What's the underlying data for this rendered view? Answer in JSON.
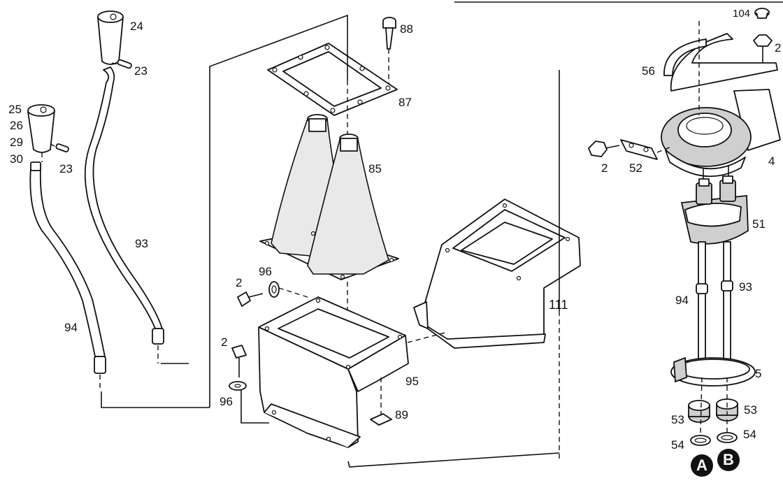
{
  "diagram": {
    "part_labels": {
      "p24": "24",
      "p23a": "23",
      "p25": "25",
      "p26": "26",
      "p29": "29",
      "p30": "30",
      "p23b": "23",
      "p93a": "93",
      "p94a": "94",
      "p88": "88",
      "p87": "87",
      "p85": "85",
      "p96a": "96",
      "p2a": "2",
      "p2b": "2",
      "p96b": "96",
      "p95": "95",
      "p89": "89",
      "p111": "111",
      "p104": "104",
      "p2c": "2",
      "p56": "56",
      "p2d": "2",
      "p52": "52",
      "p4": "4",
      "p51": "51",
      "p94b": "94",
      "p93b": "93",
      "p5": "5",
      "p53a": "53",
      "p53b": "53",
      "p54a": "54",
      "p54b": "54"
    },
    "callouts": {
      "a": "A",
      "b": "B"
    }
  }
}
